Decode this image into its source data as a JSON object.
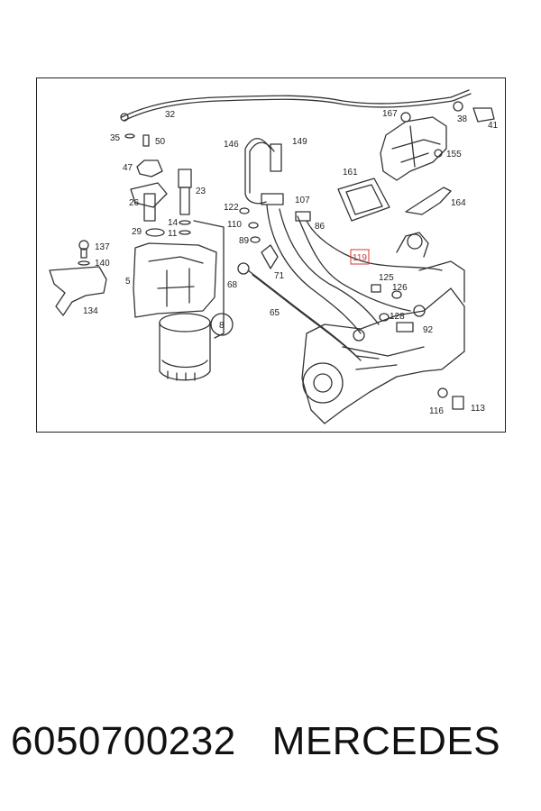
{
  "diagram": {
    "callouts": [
      "32",
      "35",
      "50",
      "47",
      "26",
      "23",
      "29",
      "14",
      "11",
      "146",
      "149",
      "122",
      "110",
      "89",
      "107",
      "86",
      "137",
      "140",
      "134",
      "5",
      "8",
      "68",
      "71",
      "65",
      "119",
      "125",
      "126",
      "128",
      "92",
      "116",
      "113",
      "167",
      "38",
      "41",
      "155",
      "161",
      "164"
    ],
    "highlighted_callout": "119",
    "highlight_color": "#d23a3a"
  },
  "caption": {
    "part_number": "6050700232",
    "brand": "MERCEDES"
  }
}
